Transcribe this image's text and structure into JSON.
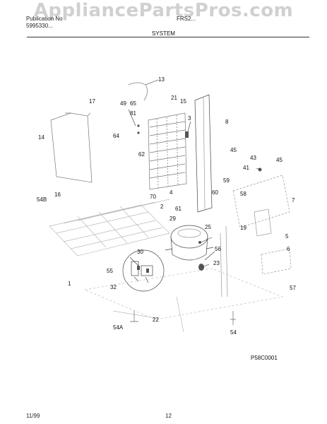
{
  "header": {
    "pub_label": "Publication No",
    "pub_number": "5995330...",
    "model": "FRS2...",
    "section": "SYSTEM"
  },
  "watermark": "AppliancePartsPros.com",
  "callouts": [
    "13",
    "17",
    "49",
    "65",
    "21",
    "15",
    "81",
    "3",
    "8",
    "14",
    "64",
    "62",
    "45",
    "43",
    "41",
    "45",
    "59",
    "16",
    "54B",
    "70",
    "4",
    "60",
    "58",
    "7",
    "2",
    "61",
    "29",
    "25",
    "19",
    "5",
    "30",
    "56",
    "6",
    "55",
    "23",
    "1",
    "32",
    "57",
    "22",
    "54A",
    "54"
  ],
  "diagram_code": "P58C0001",
  "footer": {
    "date": "11/99",
    "page": "12"
  }
}
